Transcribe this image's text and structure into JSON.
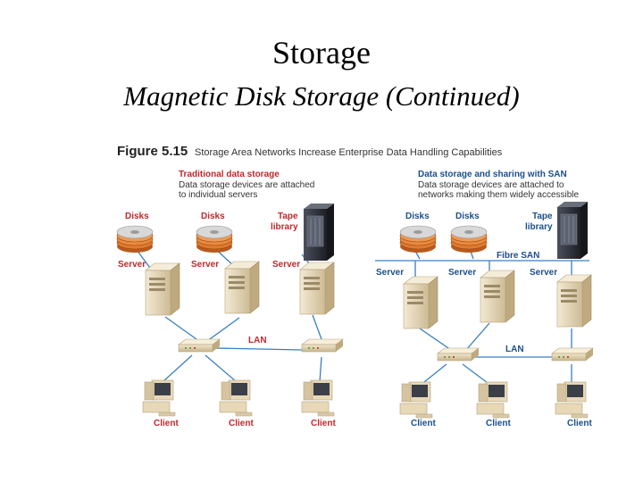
{
  "slide": {
    "title": "Storage",
    "subtitle": "Magnetic Disk Storage (Continued)"
  },
  "figure": {
    "number": "Figure 5.15",
    "caption": "Storage Area Networks Increase Enterprise Data Handling Capabilities",
    "left_panel": {
      "heading": "Traditional data storage",
      "desc_line1": "Data storage devices are attached",
      "desc_line2": "to individual servers",
      "disks_label": "Disks",
      "tape_label_line1": "Tape",
      "tape_label_line2": "library",
      "server_label": "Server",
      "lan_label": "LAN",
      "client_label": "Client"
    },
    "right_panel": {
      "heading": "Data storage and sharing with SAN",
      "desc_line1": "Data storage devices are attached to",
      "desc_line2": "networks making them widely accessible",
      "disks_label": "Disks",
      "tape_label_line1": "Tape",
      "tape_label_line2": "library",
      "san_label": "Fibre SAN",
      "server_label": "Server",
      "lan_label": "LAN",
      "client_label": "Client"
    }
  },
  "colors": {
    "heading_red": "#c0282d",
    "heading_blue": "#1c4f8a",
    "connector_line": "#3a7fc0",
    "disk_platter": "#e07a2e",
    "server_beige": "#e6d7b8",
    "tape_dark": "#2c2f38"
  }
}
